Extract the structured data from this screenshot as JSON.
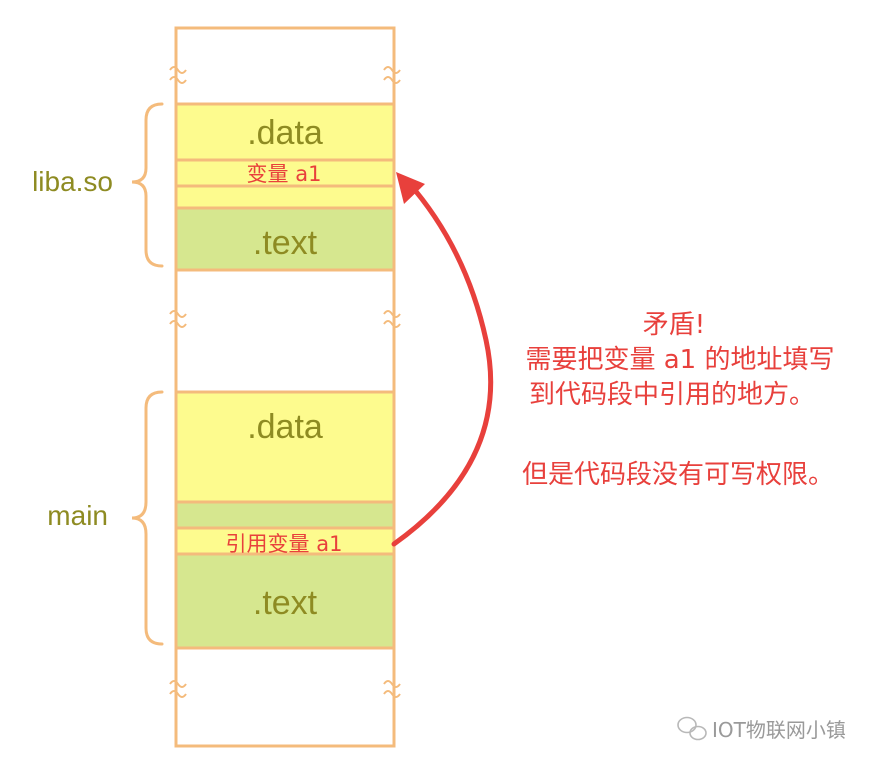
{
  "labels": {
    "liba": "liba.so",
    "main": "main"
  },
  "blocks": {
    "liba_data": ".data",
    "liba_var": "变量 a1",
    "liba_text": ".text",
    "main_data": ".data",
    "main_ref": "引用变量 a1",
    "main_text": ".text"
  },
  "annotation": {
    "line1": "矛盾!",
    "line2": "需要把变量 a1 的地址填写",
    "line3": "到代码段中引用的地方。",
    "line4": "但是代码段没有可写权限。"
  },
  "watermark": "IOT物联网小镇",
  "colors": {
    "outline": "#f4bb7c",
    "data_fill": "#fdfb8e",
    "text_fill": "#d6e78f",
    "label": "#8e8b22",
    "accent": "#e8403c"
  }
}
